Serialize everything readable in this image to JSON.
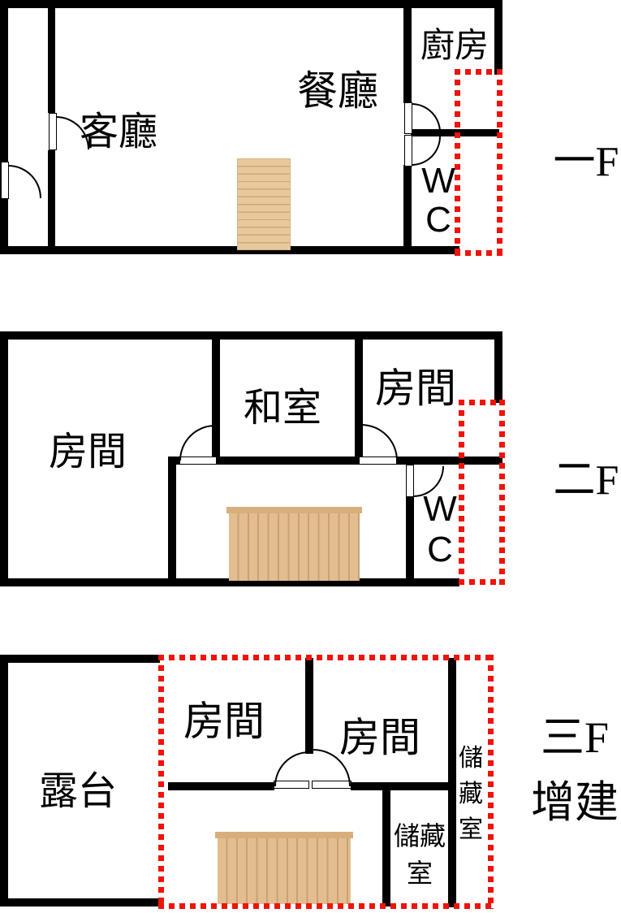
{
  "title": "multi-floor plan",
  "colors": {
    "wall": "#000000",
    "extension_outline_red": "#ee1409",
    "stair_fill": "#e9c99c",
    "stair_tread_line": "#cba87d",
    "stair_cap": "#d7ae7c"
  },
  "floors": {
    "f1": {
      "floor_label": "一F",
      "living": "客廳",
      "dining": "餐廳",
      "kitchen": "廚房",
      "wc_line1": "W",
      "wc_line2": "C"
    },
    "f2": {
      "floor_label": "二F",
      "room_left": "房間",
      "washitsu": "和室",
      "room_right": "房間",
      "wc_line1": "W",
      "wc_line2": "C"
    },
    "f3": {
      "floor_label_line1": "三F",
      "floor_label_line2": "增建",
      "terrace": "露台",
      "room_left": "房間",
      "room_right": "房間",
      "storage_right": "儲藏室",
      "storage_lower": "儲藏室"
    }
  }
}
